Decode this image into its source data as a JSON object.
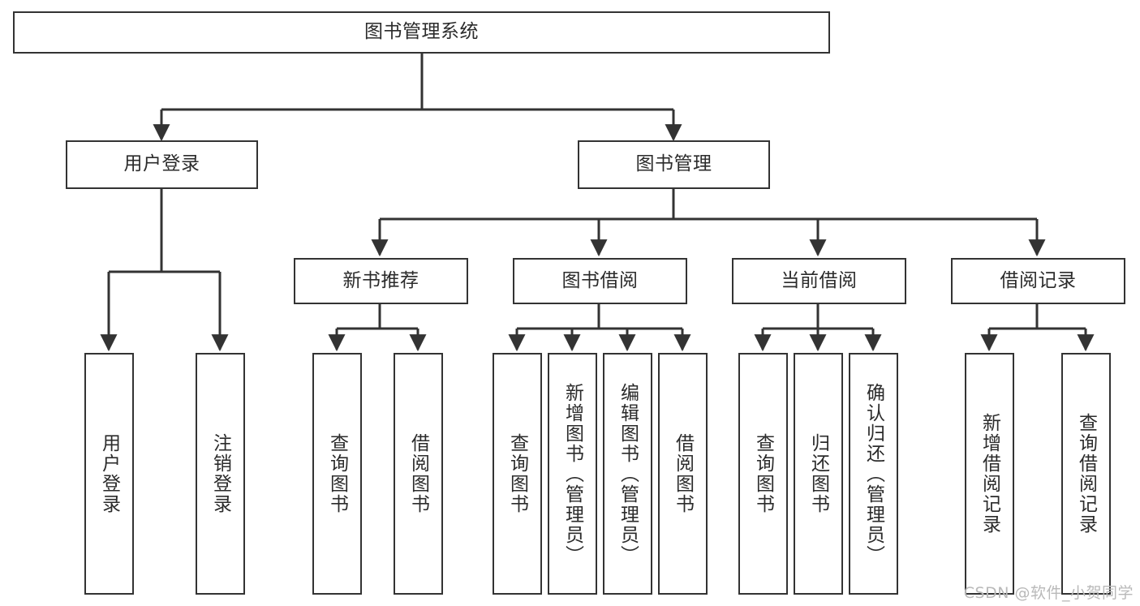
{
  "diagram": {
    "type": "tree-hierarchy-diagram",
    "title": "图书管理系统",
    "background_color": "#ffffff",
    "line_color": "#333333",
    "text_color": "#2b2b2b"
  },
  "nodes": {
    "root": {
      "label": "图书管理系统",
      "level": 0,
      "orientation": "horizontal"
    },
    "l1": [
      {
        "id": "user-login",
        "label": "用户登录",
        "orientation": "horizontal"
      },
      {
        "id": "book-manage",
        "label": "图书管理",
        "orientation": "horizontal"
      }
    ],
    "l2": [
      {
        "id": "new-book-rec",
        "label": "新书推荐",
        "orientation": "horizontal"
      },
      {
        "id": "book-borrow",
        "label": "图书借阅",
        "orientation": "horizontal"
      },
      {
        "id": "current-borrow",
        "label": "当前借阅",
        "orientation": "horizontal"
      },
      {
        "id": "borrow-record",
        "label": "借阅记录",
        "orientation": "horizontal"
      }
    ],
    "leaves": [
      {
        "id": "leaf-user-login",
        "label": "用户登录",
        "parent": "user-login",
        "orientation": "vertical"
      },
      {
        "id": "leaf-logout-login",
        "label": "注销登录",
        "parent": "user-login",
        "orientation": "vertical"
      },
      {
        "id": "leaf-query-book-1",
        "label": "查询图书",
        "parent": "new-book-rec",
        "orientation": "vertical"
      },
      {
        "id": "leaf-borrow-book-1",
        "label": "借阅图书",
        "parent": "new-book-rec",
        "orientation": "vertical"
      },
      {
        "id": "leaf-query-book-2",
        "label": "查询图书",
        "parent": "book-borrow",
        "orientation": "vertical"
      },
      {
        "id": "leaf-add-book",
        "label": "新增图书（管理员）",
        "parent": "book-borrow",
        "orientation": "vertical"
      },
      {
        "id": "leaf-edit-book",
        "label": "编辑图书（管理员）",
        "parent": "book-borrow",
        "orientation": "vertical"
      },
      {
        "id": "leaf-borrow-book-2",
        "label": "借阅图书",
        "parent": "book-borrow",
        "orientation": "vertical"
      },
      {
        "id": "leaf-query-book-3",
        "label": "查询图书",
        "parent": "current-borrow",
        "orientation": "vertical"
      },
      {
        "id": "leaf-return-book",
        "label": "归还图书",
        "parent": "current-borrow",
        "orientation": "vertical"
      },
      {
        "id": "leaf-confirm-return",
        "label": "确认归还（管理员）",
        "parent": "current-borrow",
        "orientation": "vertical"
      },
      {
        "id": "leaf-add-record",
        "label": "新增借阅记录",
        "parent": "borrow-record",
        "orientation": "vertical"
      },
      {
        "id": "leaf-query-record",
        "label": "查询借阅记录",
        "parent": "borrow-record",
        "orientation": "vertical"
      }
    ]
  },
  "watermark": {
    "text": "CSDN @软件_小贺同学"
  }
}
